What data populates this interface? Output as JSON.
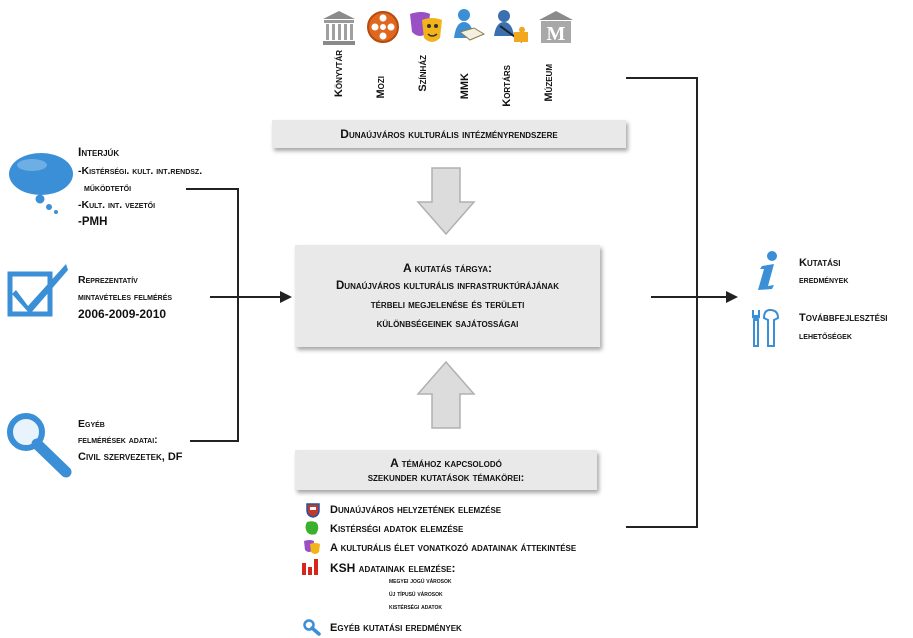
{
  "institutions": {
    "items": [
      {
        "label": "Könyvtár",
        "icon": "library-building-icon"
      },
      {
        "label": "Mozi",
        "icon": "film-reel-icon"
      },
      {
        "label": "Színház",
        "icon": "theater-masks-icon"
      },
      {
        "label": "MMK",
        "icon": "reading-person-icon"
      },
      {
        "label": "Kortárs",
        "icon": "artist-puzzle-icon"
      },
      {
        "label": "Múzeum",
        "icon": "museum-building-icon"
      }
    ],
    "title": "Dunaújváros kulturális intézményrendszere"
  },
  "center": {
    "line1": "A kutatás tárgya:",
    "line2": "Dunaújváros kulturális infrastruktúrájának",
    "line3": "térbeli megjelenése és területi",
    "line4": "különbségeinek sajátosságai"
  },
  "secondary": {
    "title1": "A témához kapcsolodó",
    "title2": "szekunder kutatások témakörei:",
    "items": [
      {
        "label": "Dunaújváros helyzetének elemzése",
        "icon": "coat-of-arms-icon"
      },
      {
        "label": "Kistérségi adatok elemzése",
        "icon": "region-map-icon"
      },
      {
        "label": "A kulturális élet vonatkozó adatainak áttekintése",
        "icon": "theater-masks-icon"
      },
      {
        "label": "KSH adatainak elemzése:",
        "icon": "ksh-logo-icon"
      },
      {
        "label": "Egyéb kutatási eredmények",
        "icon": "magnifier-icon"
      }
    ],
    "sub": [
      "megyei jogú városok",
      "új típusú városok",
      "kistérségi adatok"
    ]
  },
  "left": {
    "interviews": {
      "title": "Interjúk",
      "line1": "-Kistérségi. kult.  int.rendsz.",
      "line2": "működtetői",
      "line3": "-Kult. int. vezetői",
      "line4": "-PMH"
    },
    "survey": {
      "line1": "Reprezentatív",
      "line2": "mintavételes felmérés",
      "line3": "2006-2009-2010"
    },
    "other": {
      "line1": "Egyéb",
      "line2": "felmérések adatai:",
      "line3": "Civil szervezetek, DF"
    }
  },
  "right": {
    "results1": "Kutatási",
    "results2": "eredmények",
    "dev1": "Továbbfejlesztési",
    "dev2": "lehetőségek"
  },
  "colors": {
    "blue": "#3a8fd6",
    "box": "#e9e9e9",
    "arrow": "#dcdcdc"
  }
}
